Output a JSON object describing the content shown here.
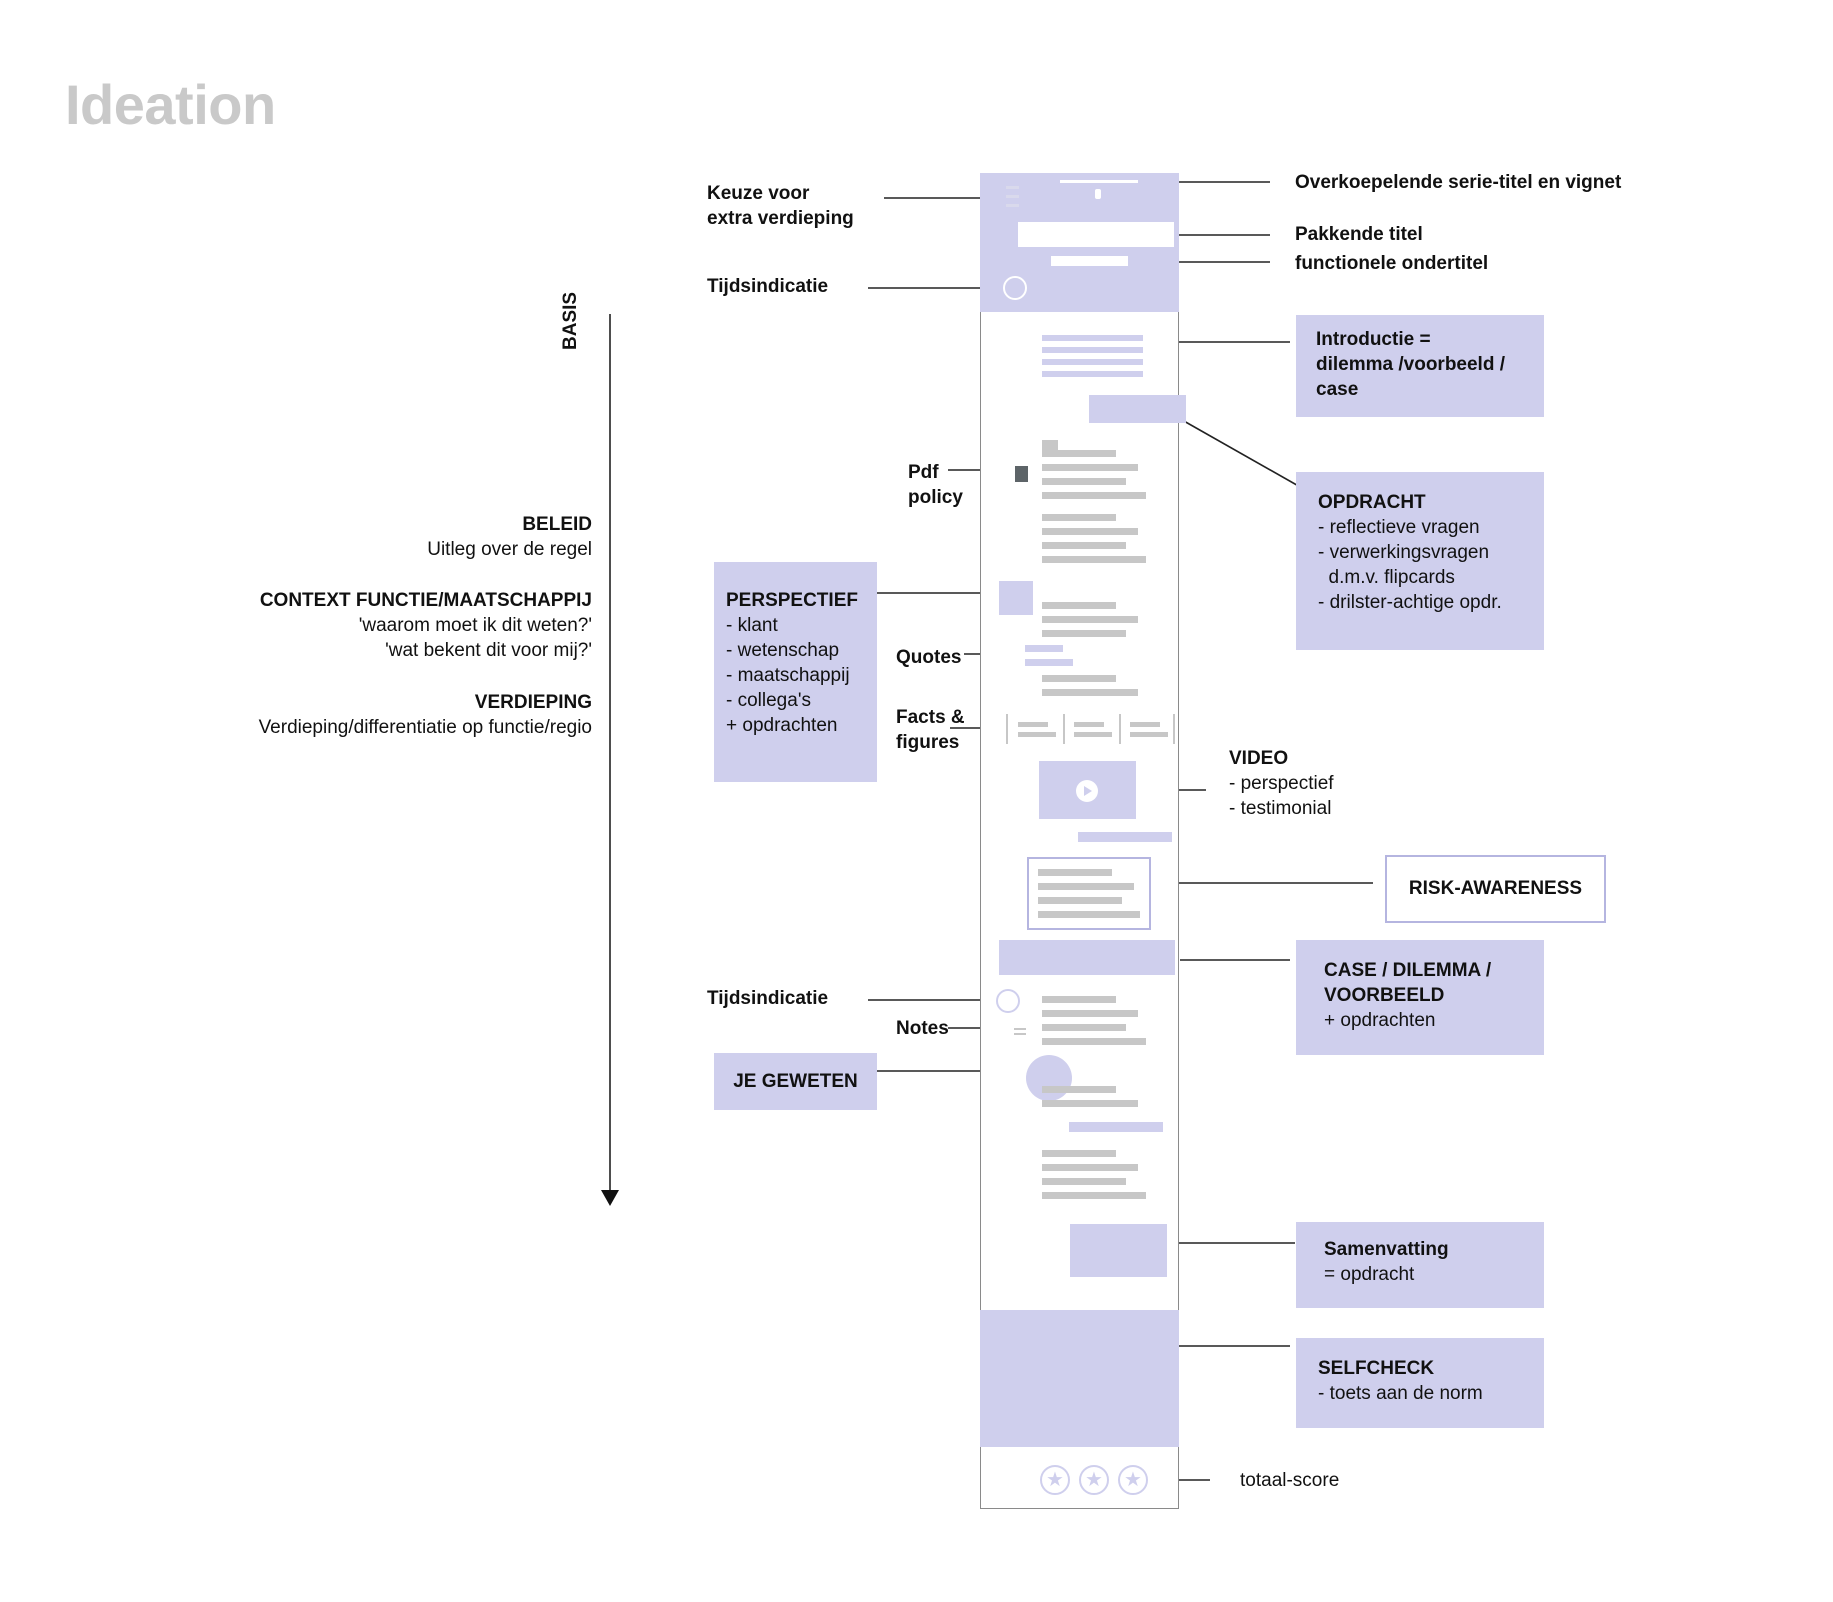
{
  "title": "Ideation",
  "axis": {
    "label": "BASIS"
  },
  "left_labels": {
    "beleid_title": "BELEID",
    "beleid_sub": "Uitleg over de regel",
    "context_title": "CONTEXT FUNCTIE/MAATSCHAPPIJ",
    "context_q1": "'waarom moet ik dit weten?'",
    "context_q2": "'wat bekent dit voor mij?'",
    "verdieping_title": "VERDIEPING",
    "verdieping_sub": "Verdieping/differentiatie op functie/regio"
  },
  "annotations": {
    "keuze": [
      "Keuze voor",
      "extra verdieping"
    ],
    "tijdsindicatie_top": "Tijdsindicatie",
    "pdf": [
      "Pdf",
      "policy"
    ],
    "quotes": "Quotes",
    "facts": [
      "Facts &",
      "figures"
    ],
    "tijdsindicatie_bottom": "Tijdsindicatie",
    "notes": "Notes",
    "serie_titel": "Overkoepelende serie-titel en vignet",
    "pakkende_titel": "Pakkende titel",
    "ondertitel": "functionele ondertitel",
    "video_title": "VIDEO",
    "video_items": [
      "- perspectief",
      "- testimonial"
    ],
    "totaal_score": "totaal-score"
  },
  "boxes": {
    "perspectief": {
      "title": "PERSPECTIEF",
      "items": [
        "- klant",
        "- wetenschap",
        "- maatschappij",
        "- collega's",
        "+ opdrachten"
      ]
    },
    "je_geweten": {
      "title": "JE GEWETEN"
    },
    "introductie": {
      "lines": [
        "Introductie =",
        "dilemma /voorbeeld /",
        "case"
      ]
    },
    "opdracht": {
      "title": "OPDRACHT",
      "items": [
        "- reflectieve vragen",
        "- verwerkingsvragen",
        "  d.m.v. flipcards",
        "- drilster-achtige opdr."
      ]
    },
    "risk": {
      "title": "RISK-AWARENESS"
    },
    "case": {
      "lines": [
        "CASE  / DILEMMA /",
        "VOORBEELD"
      ],
      "sub": "+ opdrachten"
    },
    "samenvatting": {
      "title": "Samenvatting",
      "sub": "= opdracht"
    },
    "selfcheck": {
      "title": "SELFCHECK",
      "sub": "- toets aan de norm"
    }
  },
  "icons": {
    "play": "play-icon",
    "clock": "clock-icon",
    "star": "star-icon",
    "pdf": "pdf-icon"
  },
  "colors": {
    "accent": "#cfcfed",
    "skeleton": "#c7c7c7",
    "heading_gray": "#c9c9c9",
    "text": "#111111"
  }
}
